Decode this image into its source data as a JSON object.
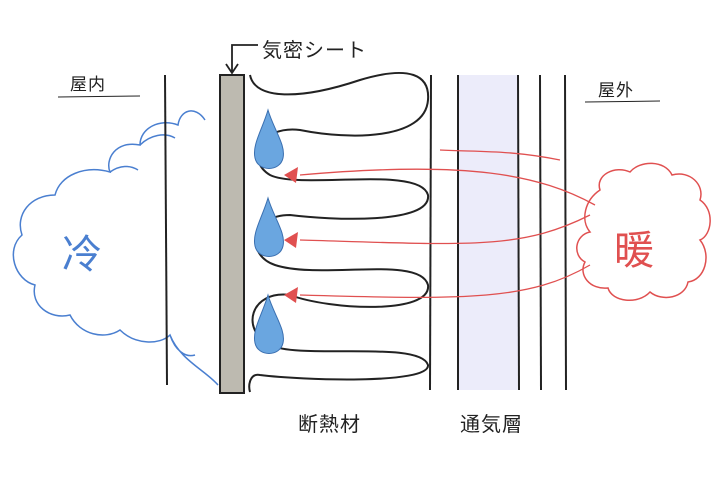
{
  "labels": {
    "indoor": "屋内",
    "outdoor": "屋外",
    "airtight_sheet": "気密シート",
    "insulation": "断熱材",
    "ventilation_layer": "通気層",
    "cold": "冷",
    "warm": "暖"
  },
  "colors": {
    "cold": "#4a7fd0",
    "warm": "#e05050",
    "drop": "#6aa6e0",
    "sheet": "#bdbab0",
    "vent": "#ececfa",
    "ink": "#222222"
  }
}
